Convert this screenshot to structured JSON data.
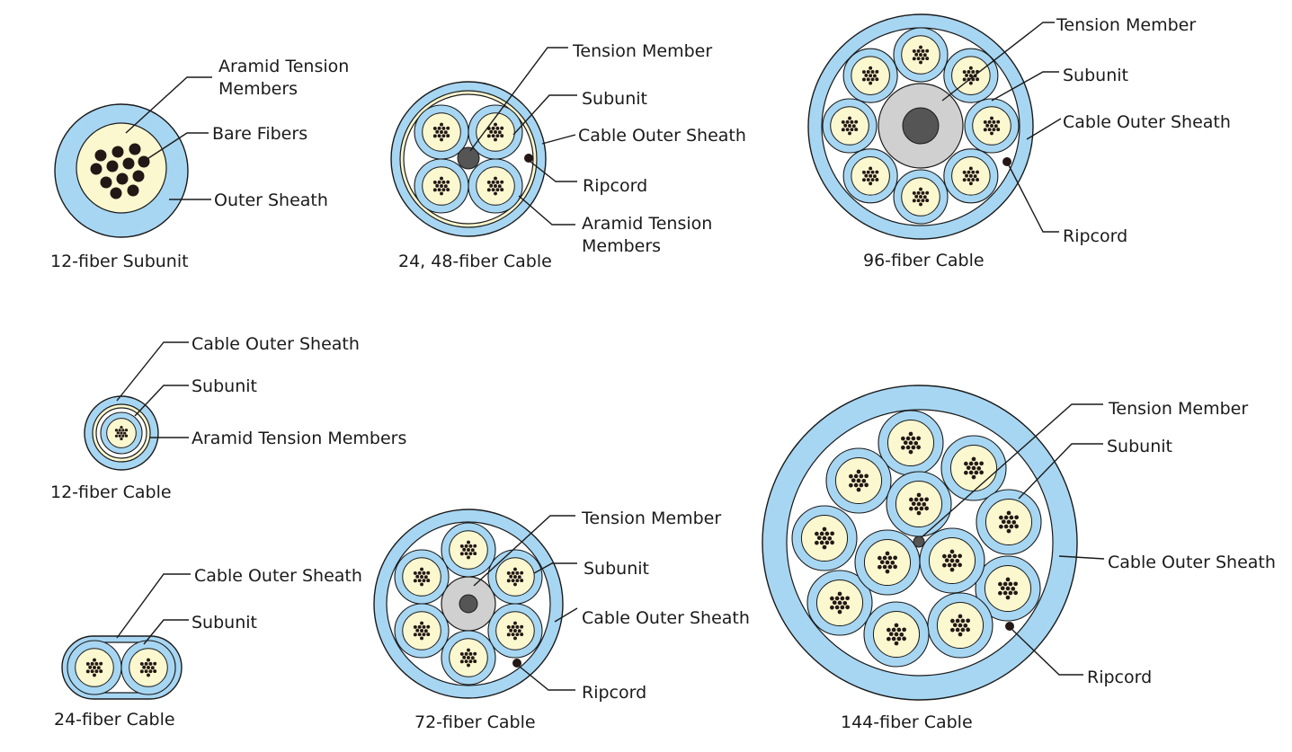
{
  "colors": {
    "sheath": "#a7d6f2",
    "subunit_core": "#fbf7cf",
    "fiber": "#231815",
    "tension_member_outer": "#d0d0d0",
    "tension_member_core": "#555555",
    "line": "#1a1a1a",
    "background": "#ffffff"
  },
  "diagrams": {
    "subunit12": {
      "title": "12-fiber Subunit",
      "labels": {
        "aramid_line1": "Aramid Tension",
        "aramid_line2": "Members",
        "bare_fibers": "Bare Fibers",
        "outer_sheath": "Outer Sheath"
      }
    },
    "cable24_48": {
      "title": "24, 48-fiber Cable",
      "labels": {
        "tension_member": "Tension Member",
        "subunit": "Subunit",
        "outer_sheath": "Cable Outer Sheath",
        "ripcord": "Ripcord",
        "aramid_line1": "Aramid Tension",
        "aramid_line2": "Members"
      }
    },
    "cable96": {
      "title": "96-fiber Cable",
      "labels": {
        "tension_member": "Tension Member",
        "subunit": "Subunit",
        "outer_sheath": "Cable Outer Sheath",
        "ripcord": "Ripcord"
      }
    },
    "cable12": {
      "title": "12-fiber Cable",
      "labels": {
        "outer_sheath": "Cable Outer Sheath",
        "subunit": "Subunit",
        "aramid": "Aramid Tension Members"
      }
    },
    "cable24": {
      "title": "24-fiber Cable",
      "labels": {
        "outer_sheath": "Cable Outer Sheath",
        "subunit": "Subunit"
      }
    },
    "cable72": {
      "title": "72-fiber Cable",
      "labels": {
        "tension_member": "Tension Member",
        "subunit": "Subunit",
        "outer_sheath": "Cable Outer Sheath",
        "ripcord": "Ripcord"
      }
    },
    "cable144": {
      "title": "144-fiber Cable",
      "labels": {
        "tension_member": "Tension Member",
        "subunit": "Subunit",
        "outer_sheath": "Cable Outer Sheath",
        "ripcord": "Ripcord"
      }
    }
  }
}
